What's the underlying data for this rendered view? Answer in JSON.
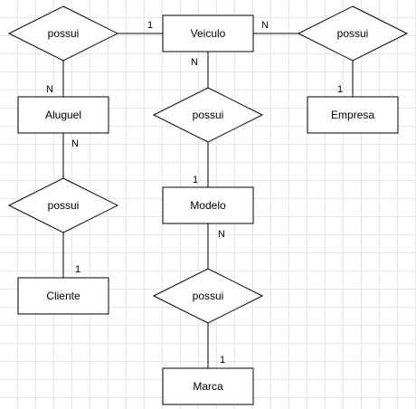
{
  "entities": {
    "veiculo": "Veiculo",
    "aluguel": "Aluguel",
    "empresa": "Empresa",
    "modelo": "Modelo",
    "cliente": "Cliente",
    "marca": "Marca"
  },
  "relationships": {
    "veiculo_aluguel": "possui",
    "veiculo_empresa": "possui",
    "veiculo_modelo": "possui",
    "aluguel_cliente": "possui",
    "modelo_marca": "possui"
  },
  "cardinalities": {
    "veiculo_aluguel_veiculo": "1",
    "veiculo_aluguel_aluguel": "N",
    "veiculo_empresa_veiculo": "N",
    "veiculo_empresa_empresa": "1",
    "veiculo_modelo_veiculo": "N",
    "veiculo_modelo_modelo": "1",
    "aluguel_cliente_aluguel": "N",
    "aluguel_cliente_cliente": "1",
    "modelo_marca_modelo": "N",
    "modelo_marca_marca": "1"
  }
}
